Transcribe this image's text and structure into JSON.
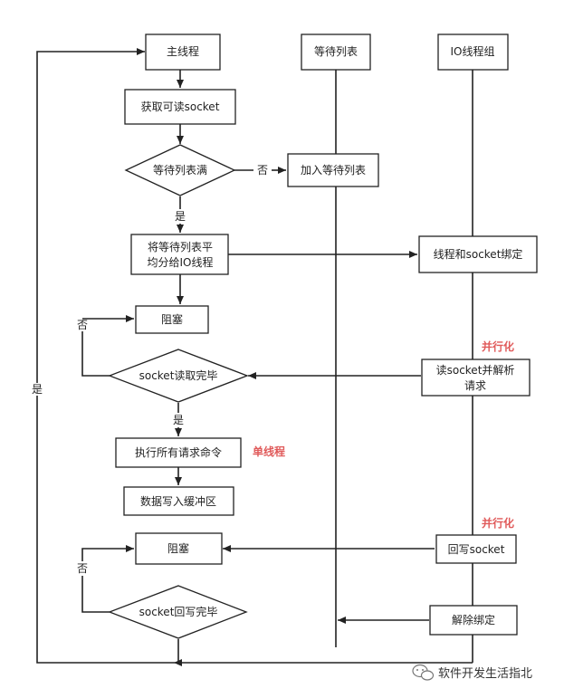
{
  "nodes": {
    "main_thread": "主线程",
    "get_socket": "获取可读socket",
    "wait_full": "等待列表满",
    "add_wait": "加入等待列表",
    "wait_list": "等待列表",
    "io_group": "IO线程组",
    "distribute_line1": "将等待列表平",
    "distribute_line2": "均分给IO线程",
    "bind": "线程和socket绑定",
    "block1": "阻塞",
    "read_done": "socket读取完毕",
    "read_parse_line1": "读socket并解析",
    "read_parse_line2": "请求",
    "exec_cmd": "执行所有请求命令",
    "write_buf": "数据写入缓冲区",
    "block2": "阻塞",
    "write_back": "回写socket",
    "write_done": "socket回写完毕",
    "unbind": "解除绑定"
  },
  "edge_labels": {
    "no1": "否",
    "yes1": "是",
    "no2": "否",
    "yes2": "是",
    "no3": "否",
    "yes_loop": "是"
  },
  "notes": {
    "parallel1": "并行化",
    "single_thread": "单线程",
    "parallel2": "并行化"
  },
  "watermark": "软件开发生活指北"
}
